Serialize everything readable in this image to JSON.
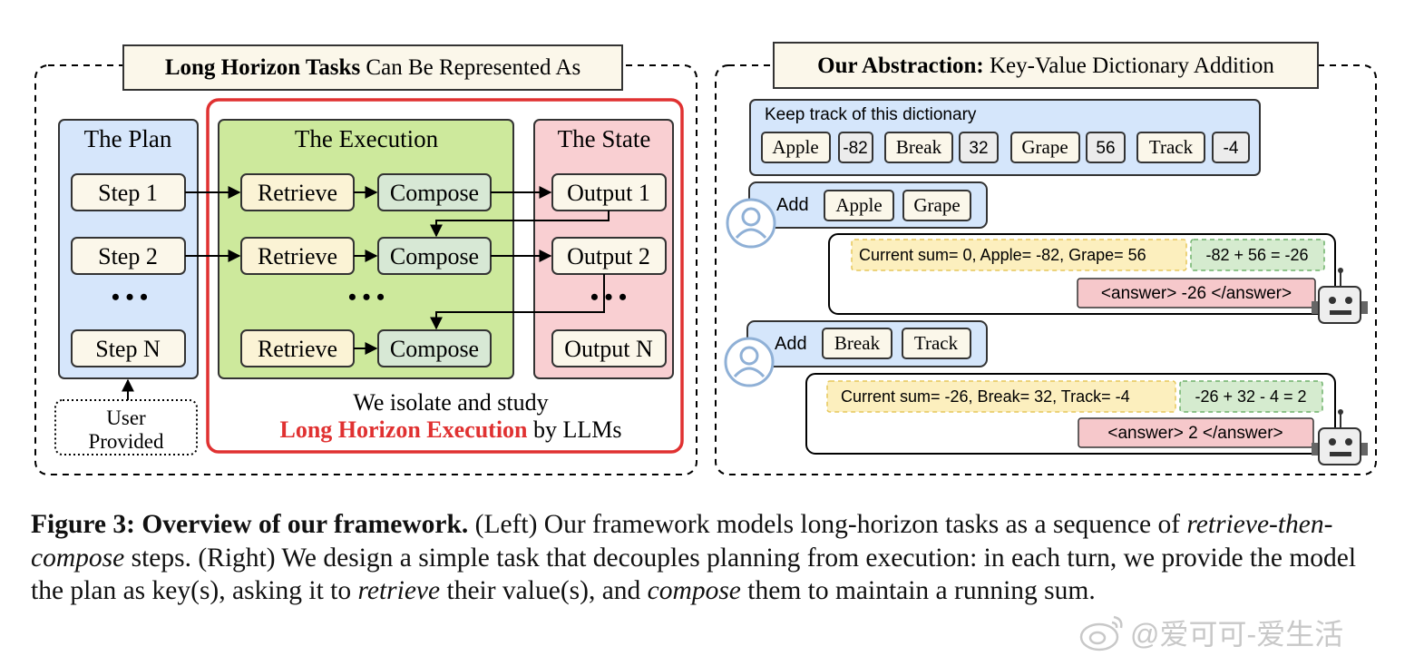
{
  "left_panel": {
    "header_bold": "Long Horizon Tasks",
    "header_rest": " Can Be Represented As",
    "plan": {
      "title": "The Plan",
      "steps": [
        "Step 1",
        "Step 2",
        "Step N"
      ],
      "ellipsis": "• • •"
    },
    "execution": {
      "title": "The Execution",
      "retrieve": "Retrieve",
      "compose": "Compose",
      "ellipsis": "• • •"
    },
    "state": {
      "title": "The State",
      "outputs": [
        "Output 1",
        "Output 2",
        "Output N"
      ],
      "ellipsis": "• • •"
    },
    "user_provided": [
      "User",
      "Provided"
    ],
    "note_line1": "We isolate and study",
    "note_red": "Long Horizon Execution",
    "note_tail": " by LLMs",
    "accent_red": "#e03131"
  },
  "right_panel": {
    "header_bold": "Our Abstraction:",
    "header_rest": " Key-Value Dictionary Addition",
    "dict_label": "Keep track of this dictionary",
    "dict_items": [
      "Apple",
      "-82",
      "Break",
      "32",
      "Grape",
      "56",
      "Track",
      "-4"
    ],
    "turns": [
      {
        "add_label": "Add",
        "keys": [
          "Apple",
          "Grape"
        ],
        "reasoning": "Current sum= 0, Apple= -82, Grape= 56",
        "equation": "-82 + 56 = -26",
        "answer": "<answer> -26 </answer>"
      },
      {
        "add_label": "Add",
        "keys": [
          "Break",
          "Track"
        ],
        "reasoning": "Current sum= -26, Break= 32, Track= -4",
        "equation": "-26 + 32 - 4 = 2",
        "answer": "<answer> 2 </answer>"
      }
    ]
  },
  "caption": {
    "label": "Figure 3: Overview of our framework.",
    "t1": " (Left) Our framework models long-horizon tasks as a sequence of ",
    "i1": "retrieve-then-compose",
    "t2": " steps. (Right) We design a simple task that decouples planning from execution: in each turn, we provide the model the plan as key(s), asking it to ",
    "i2": "retrieve",
    "t3": " their value(s), and ",
    "i3": "compose",
    "t4": " them to maintain a running sum."
  },
  "watermark": "@爱可可-爱生活",
  "colors": {
    "plan_fill": "#d6e6fb",
    "execution_fill": "#cde99c",
    "state_fill": "#f9cfd2",
    "retrieve_fill": "#fbf3d5",
    "compose_fill": "#d7e8d5",
    "header_fill": "#fbf7ea",
    "user_bubble_fill": "#d5e6fb",
    "reasoning_fill": "#fcefbe",
    "equation_fill": "#d5ebcf",
    "answer_fill": "#f6c8cb",
    "value_fill": "#ececec"
  }
}
